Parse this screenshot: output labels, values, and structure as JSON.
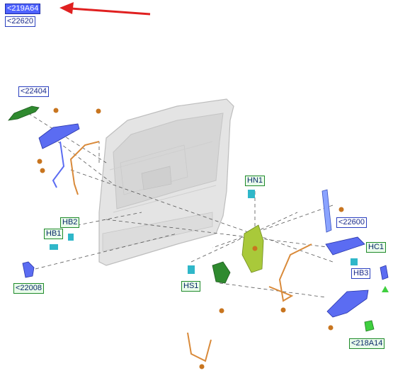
{
  "legend": {
    "items": [
      {
        "marker": "orange-dot",
        "label": "<219A64",
        "color": "#c8751f",
        "highlight": "#4f63ff"
      },
      {
        "marker": "green-triangle",
        "label": "<22620",
        "color": "#3fcf3f"
      }
    ],
    "eq": "="
  },
  "callouts": {
    "c22404": "<22404",
    "hn1": "HN1",
    "hb2": "HB2",
    "hb1": "HB1",
    "c22008": "<22008",
    "hs1": "HS1",
    "c22600": "<22600",
    "hc1": "HC1",
    "hb3": "HB3",
    "c218a14": "<218A14"
  },
  "colors": {
    "arrow": "#e02020",
    "marker_dot": "#c8751f",
    "marker_triangle": "#3fcf3f",
    "door_panel": "#e3e3e3",
    "part_blue": "#5b6cf2",
    "part_green": "#2f8a2f",
    "part_lime": "#a9c93a",
    "harness": "#d98a3a"
  }
}
